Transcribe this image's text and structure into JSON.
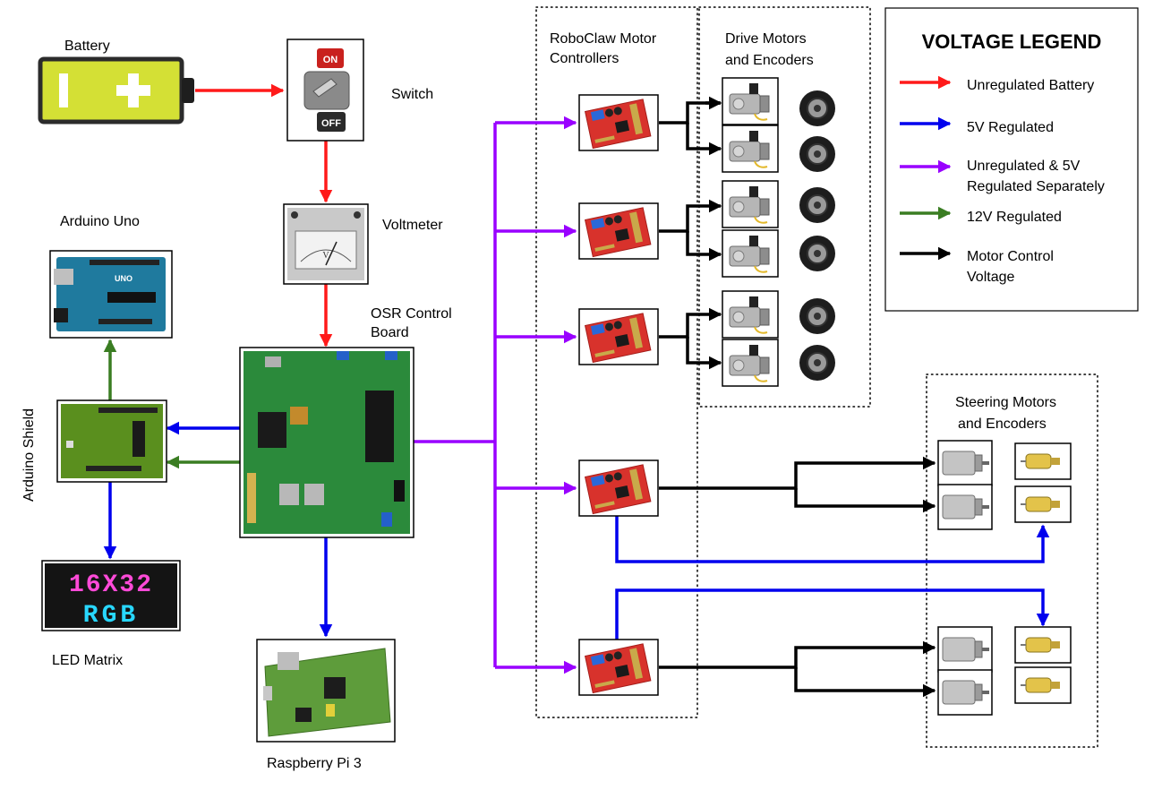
{
  "colors": {
    "unregulated": "#ff1a1a",
    "regulated5v": "#0000ee",
    "separately": "#9900ff",
    "regulated12v": "#3a7d22",
    "motor": "#000000"
  },
  "labels": {
    "battery": "Battery",
    "switch": "Switch",
    "voltmeter": "Voltmeter",
    "control_board_line1": "OSR Control",
    "control_board_line2": "Board",
    "arduino_uno": "Arduino Uno",
    "arduino_shield": "Arduino Shield",
    "led_matrix": "LED Matrix",
    "raspberry_pi": "Raspberry Pi 3",
    "roboclaw_line1": "RoboClaw Motor",
    "roboclaw_line2": "Controllers",
    "drive_line1": "Drive Motors",
    "drive_line2": "and Encoders",
    "steering_line1": "Steering Motors",
    "steering_line2": "and Encoders",
    "led_text1": "16X32",
    "led_text2": "RGB",
    "switch_on": "ON",
    "switch_off": "OFF",
    "voltmeter_v": "V",
    "uno_logo": "UNO",
    "battery_minus": "-",
    "battery_plus": "+"
  },
  "legend": {
    "title": "VOLTAGE LEGEND",
    "items": [
      {
        "line1": "Unregulated Battery",
        "line2": "",
        "color": "#ff1a1a"
      },
      {
        "line1": "5V Regulated",
        "line2": "",
        "color": "#0000ee"
      },
      {
        "line1": "Unregulated & 5V",
        "line2": "Regulated Separately",
        "color": "#9900ff"
      },
      {
        "line1": "12V Regulated",
        "line2": "",
        "color": "#3a7d22"
      },
      {
        "line1": "Motor Control",
        "line2": "Voltage",
        "color": "#000000"
      }
    ]
  }
}
